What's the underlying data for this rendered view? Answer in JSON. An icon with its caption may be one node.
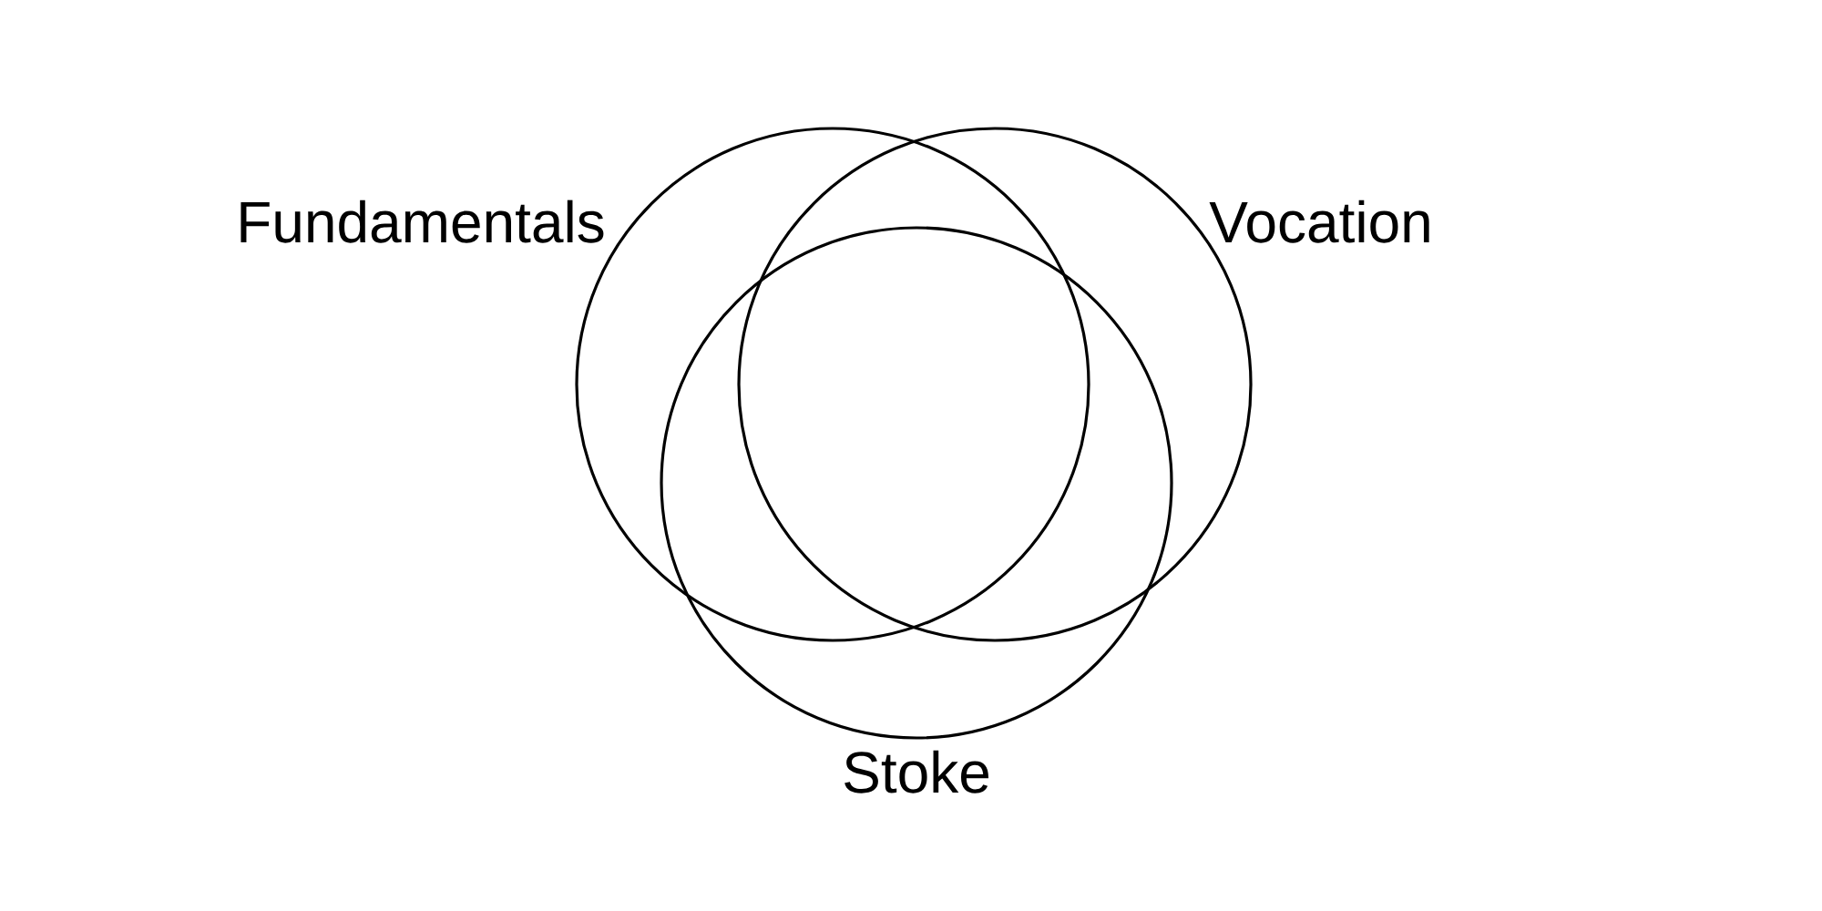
{
  "diagram": {
    "nodes": [
      {
        "text": [
          "Fundamentals"
        ]
      },
      {
        "text": [
          "Vocation"
        ]
      },
      {
        "text": [
          "Stoke"
        ]
      }
    ]
  }
}
